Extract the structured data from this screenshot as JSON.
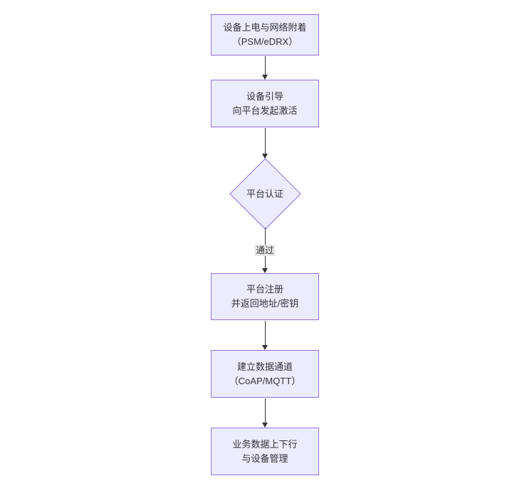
{
  "diagram": {
    "type": "flowchart",
    "direction": "top-down",
    "nodes": [
      {
        "shape": "rect",
        "lines": [
          "设备上电与网络附着",
          "（PSM/eDRX）"
        ]
      },
      {
        "shape": "rect",
        "lines": [
          "设备引导",
          "向平台发起激活"
        ]
      },
      {
        "shape": "diamond",
        "lines": [
          "平台认证"
        ]
      },
      {
        "shape": "rect",
        "lines": [
          "平台注册",
          "并返回地址/密钥"
        ]
      },
      {
        "shape": "rect",
        "lines": [
          "建立数据通道",
          "（CoAP/MQTT）"
        ]
      },
      {
        "shape": "rect",
        "lines": [
          "业务数据上下行",
          "与设备管理"
        ]
      }
    ],
    "edges": [
      {
        "from": 0,
        "to": 1,
        "label": ""
      },
      {
        "from": 1,
        "to": 2,
        "label": ""
      },
      {
        "from": 2,
        "to": 3,
        "label": "通过"
      },
      {
        "from": 3,
        "to": 4,
        "label": ""
      },
      {
        "from": 4,
        "to": 5,
        "label": ""
      }
    ],
    "colors": {
      "node_fill": "#ECECFF",
      "node_border": "#9370DB",
      "edge_line": "#333333",
      "text": "#333333",
      "edge_label_bg": "#e8e8e8",
      "background": "#ffffff"
    }
  }
}
